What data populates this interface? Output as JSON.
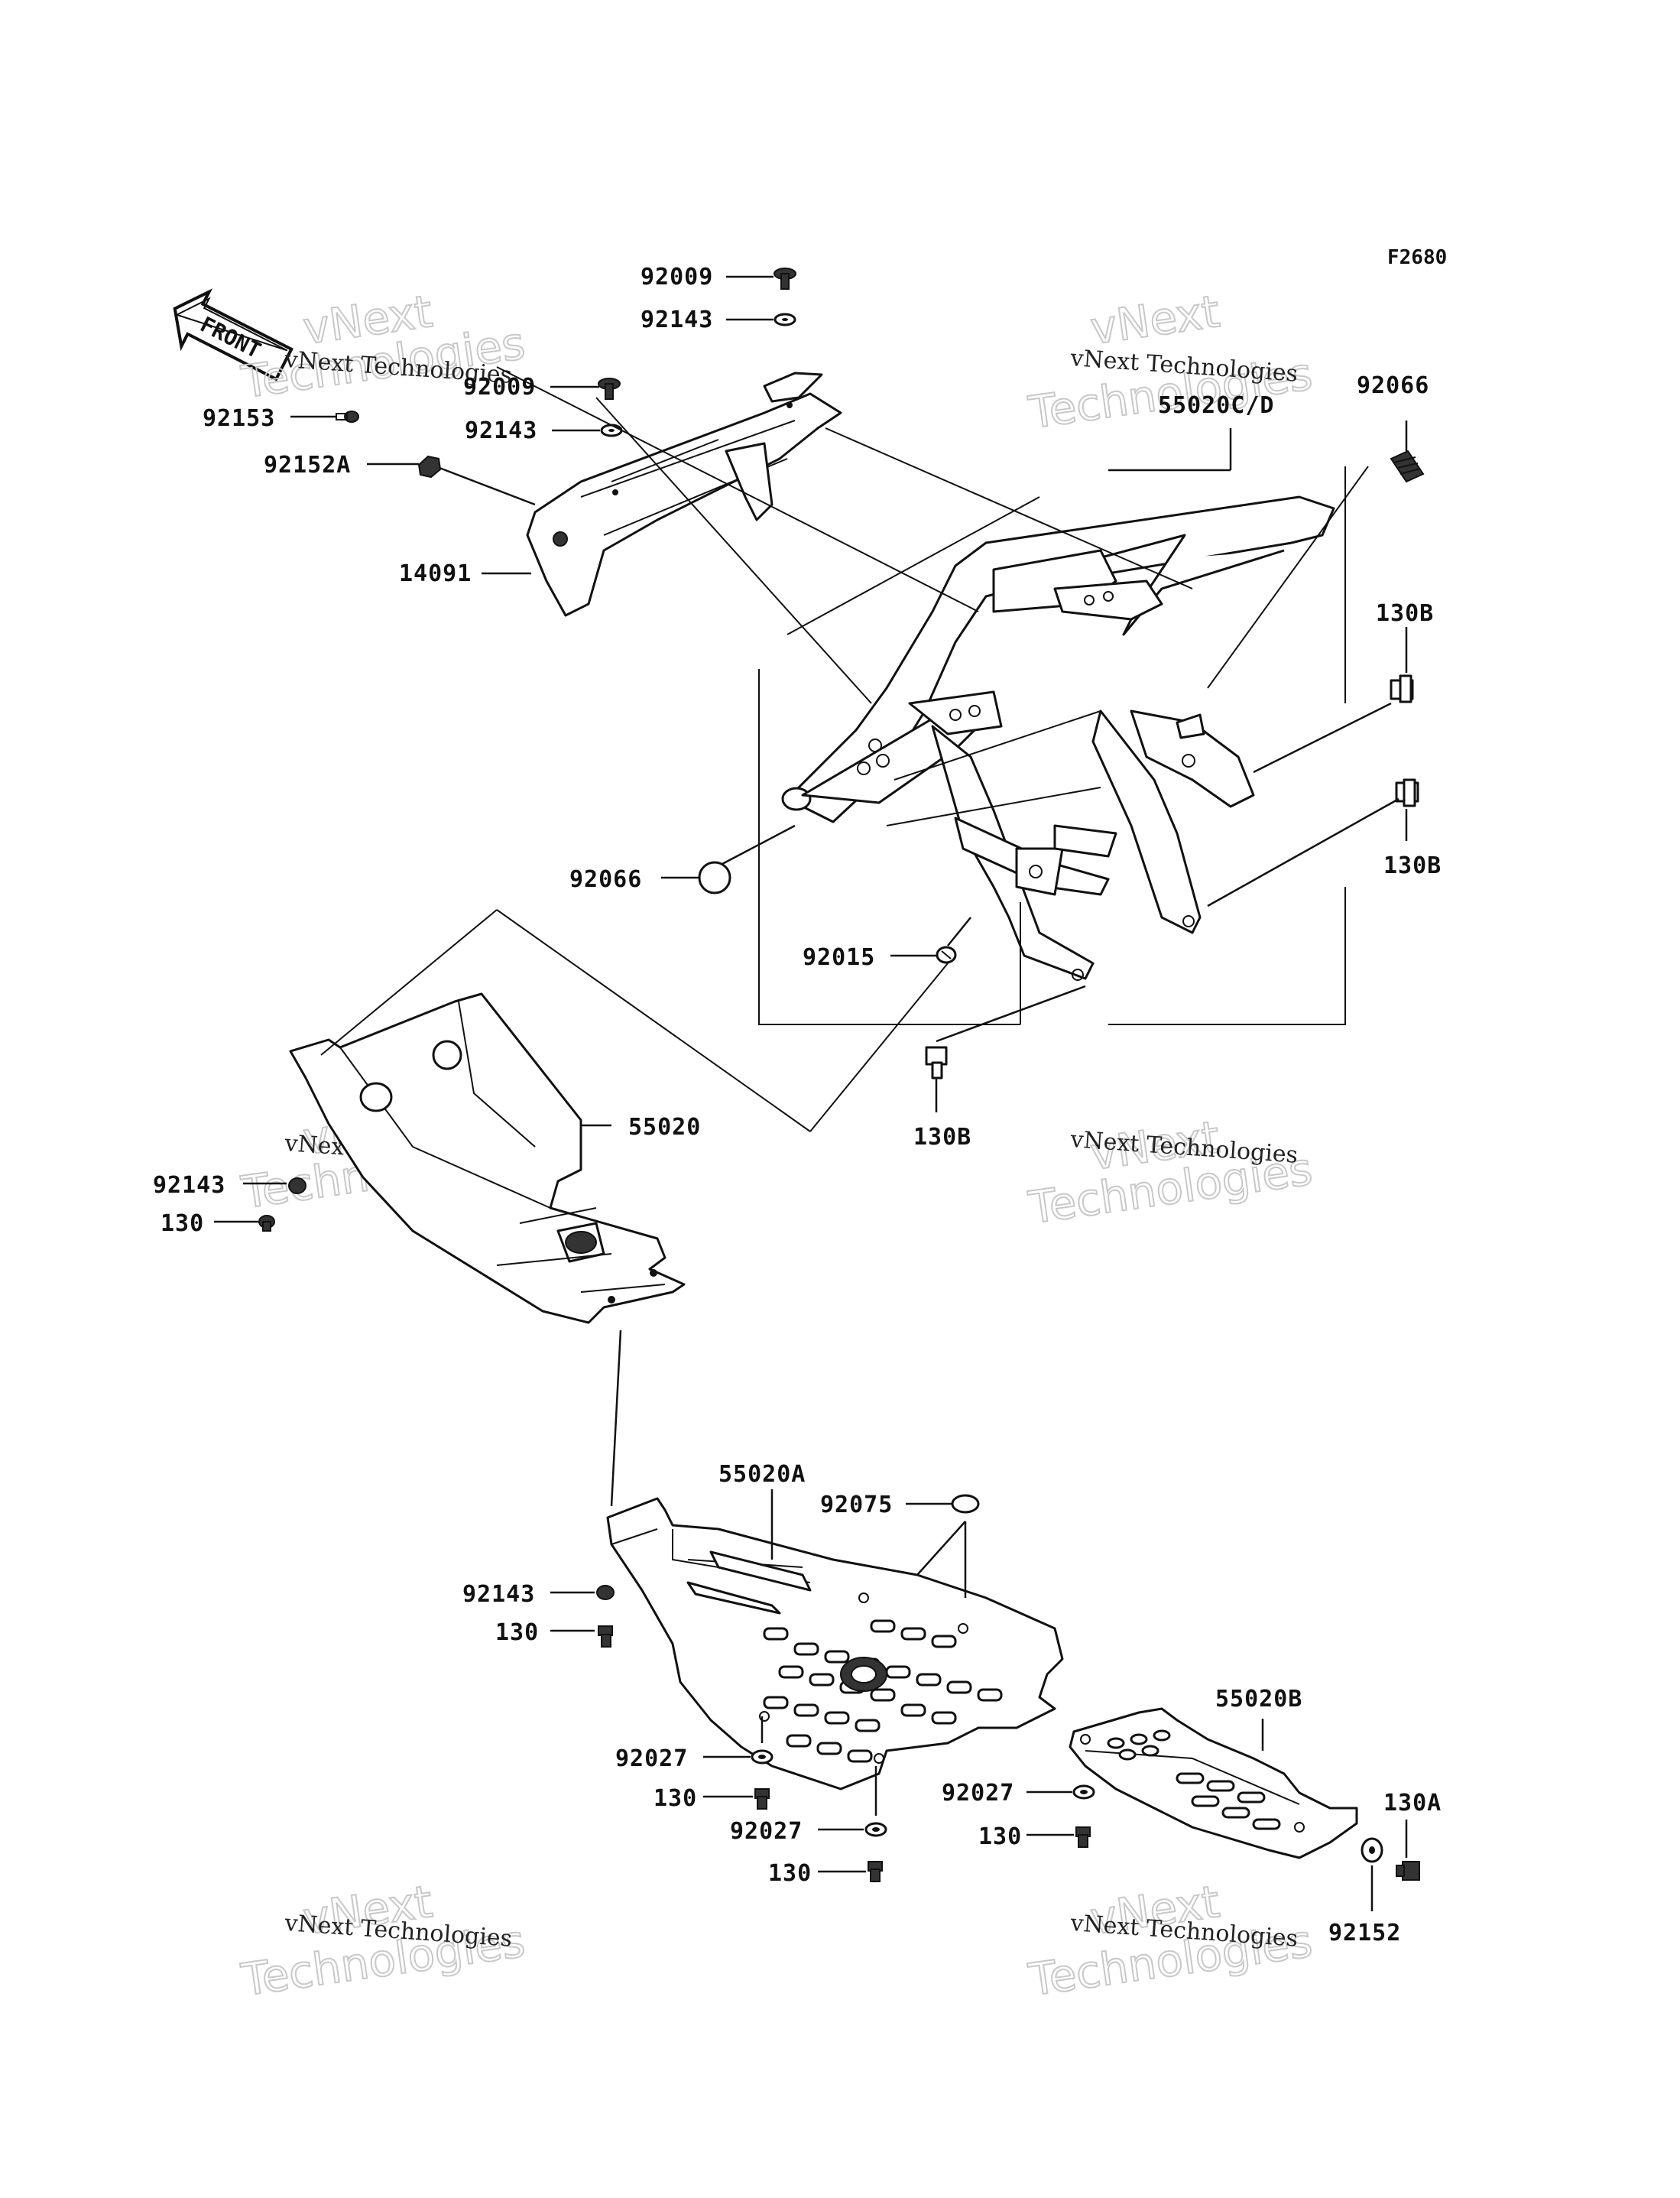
{
  "figure_code": "F2680",
  "front_label": "FRONT",
  "watermark": {
    "small": "vNext Technologies",
    "big_line1": "vNext",
    "big_line2": "Technologies"
  },
  "labels": {
    "p92009_top": "92009",
    "p92143_top": "92143",
    "p92009_mid": "92009",
    "p92153": "92153",
    "p92143_mid": "92143",
    "p92152A": "92152A",
    "p14091": "14091",
    "p55020CD": "55020C/D",
    "p92066_right": "92066",
    "p130B_upper": "130B",
    "p130B_right": "130B",
    "p92066_left": "92066",
    "p92015": "92015",
    "p130B_bottom": "130B",
    "p55020": "55020",
    "p92143_left": "92143",
    "p130_left": "130",
    "p55020A": "55020A",
    "p92075": "92075",
    "p92143_lower": "92143",
    "p130_lower": "130",
    "p92027_a": "92027",
    "p130_b": "130",
    "p92027_b": "92027",
    "p130_c": "130",
    "p55020B": "55020B",
    "p92027_c": "92027",
    "p130_d": "130",
    "p130A": "130A",
    "p92152": "92152"
  }
}
